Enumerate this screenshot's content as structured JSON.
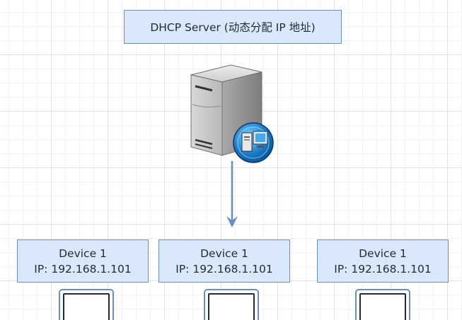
{
  "server": {
    "label": "DHCP Server (动态分配 IP 地址)",
    "icon": "server-icon"
  },
  "devices": [
    {
      "name": "Device 1",
      "ip_line": "IP: 192.168.1.101"
    },
    {
      "name": "Device 1",
      "ip_line": "IP: 192.168.1.101"
    },
    {
      "name": "Device 1",
      "ip_line": "IP: 192.168.1.101"
    }
  ],
  "colors": {
    "box_fill": "#dae8fc",
    "box_stroke": "#6c8ebf",
    "arrow": "#6c8ebf"
  }
}
